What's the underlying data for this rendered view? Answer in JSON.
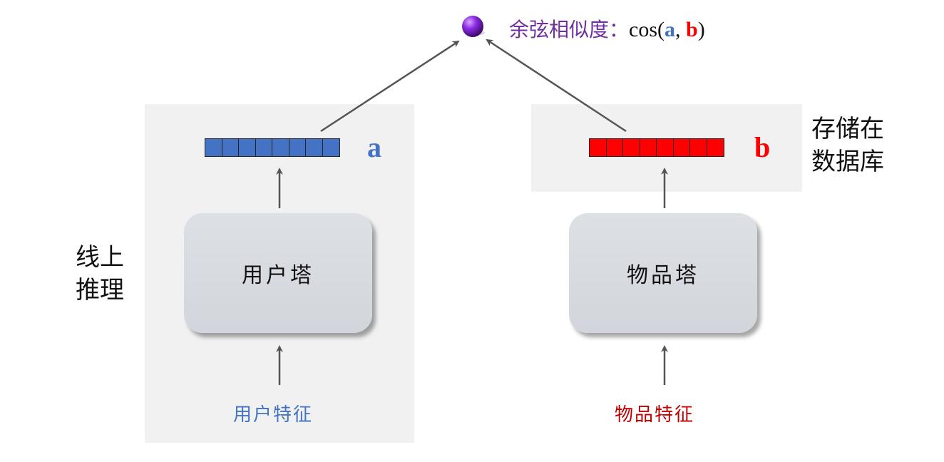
{
  "similarity": {
    "prefix": "余弦相似度：",
    "func": "cos(",
    "a": "a",
    "comma": ", ",
    "b": "b",
    "close": ")"
  },
  "user": {
    "tower_label": "用户塔",
    "feature_label": "用户特征",
    "vector_label": "a",
    "vector_cells": 8,
    "side_note_line1": "线上",
    "side_note_line2": "推理"
  },
  "item": {
    "tower_label": "物品塔",
    "feature_label": "物品特征",
    "vector_label": "b",
    "vector_cells": 8,
    "side_note_line1": "存储在",
    "side_note_line2": "数据库"
  },
  "colors": {
    "user_accent": "#4472c4",
    "item_accent": "#ff0000",
    "similarity_text": "#7030a0",
    "node": "#7030a0"
  }
}
